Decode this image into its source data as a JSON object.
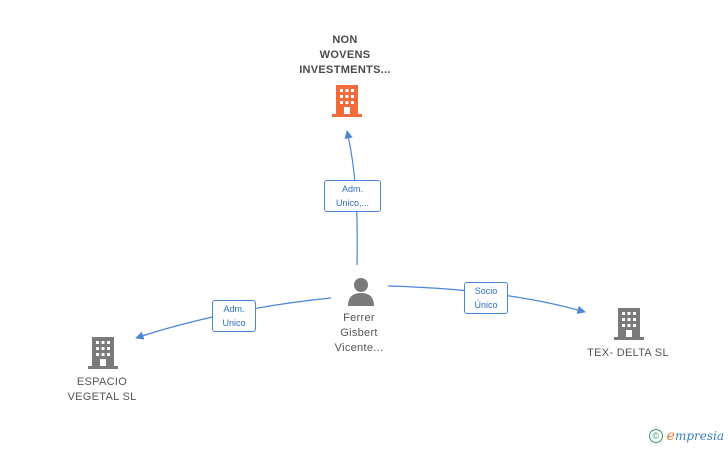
{
  "nodes": {
    "center_person": {
      "lines": [
        "Ferrer",
        "Gisbert",
        "Vicente..."
      ],
      "icon": "person-icon",
      "color": "#7a7a7a"
    },
    "non_wovens": {
      "lines": [
        "NON",
        "WOVENS",
        "INVESTMENTS..."
      ],
      "icon": "building-icon",
      "color": "#f26b3a"
    },
    "espacio_vegetal": {
      "lines": [
        "ESPACIO",
        "VEGETAL  SL"
      ],
      "icon": "building-icon",
      "color": "#7a7a7a"
    },
    "tex_delta": {
      "lines": [
        "TEX- DELTA  SL"
      ],
      "icon": "building-icon",
      "color": "#7a7a7a"
    }
  },
  "edges": {
    "to_non_wovens": {
      "lines": [
        "Adm.",
        "Unico,..."
      ]
    },
    "to_espacio": {
      "lines": [
        "Adm.",
        "Unico"
      ]
    },
    "to_tex_delta": {
      "lines": [
        "Socio",
        "Único"
      ]
    }
  },
  "colors": {
    "edge": "#4a86d6",
    "edge_text": "#2f6fc0",
    "highlight": "#f26b3a",
    "neutral": "#7a7a7a"
  },
  "brand": {
    "copyright_symbol": "©",
    "name_first": "e",
    "name_rest": "mpresia"
  }
}
